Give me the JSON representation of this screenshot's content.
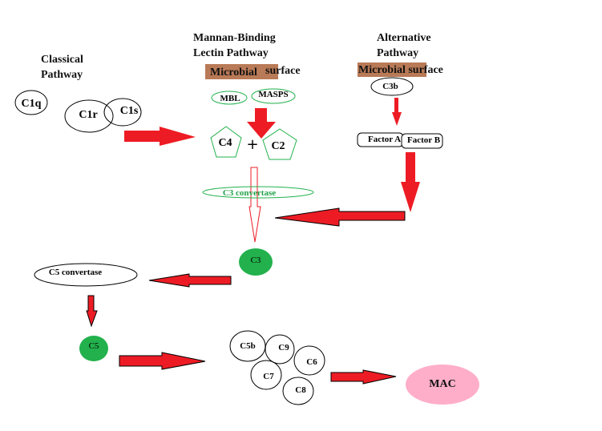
{
  "colors": {
    "arrow_red": "#ed1c24",
    "surface_brown": "#b97a57",
    "green_outline": "#22b14c",
    "green_fill": "#22b14c",
    "mac_pink": "#ffaec9",
    "text_green": "#22a34a"
  },
  "classical": {
    "title_line1": "Classical",
    "title_line2": "Pathway",
    "c1q": "C1q",
    "c1r": "C1r",
    "c1s": "C1s"
  },
  "lectin": {
    "title_line1": "Mannan-Binding",
    "title_line2": "Lectin Pathway",
    "surface_part1": "Microbial",
    "surface_part2": "surface",
    "mbl": "MBL",
    "masps": "MASPS"
  },
  "alternative": {
    "title_line1": "Alternative",
    "title_line2": "Pathway",
    "surface": "Microbial surface",
    "c3b": "C3b",
    "factor_a": "Factor A",
    "factor_b": "Factor B"
  },
  "center": {
    "c4": "C4",
    "plus": "+",
    "c2": "C2",
    "c3_convertase": "C3 convertase",
    "c3": "C3"
  },
  "lower": {
    "c5_convertase": "C5 convertase",
    "c5": "C5",
    "c5b": "C5b",
    "c9": "C9",
    "c6": "C6",
    "c7": "C7",
    "c8": "C8",
    "mac": "MAC"
  }
}
